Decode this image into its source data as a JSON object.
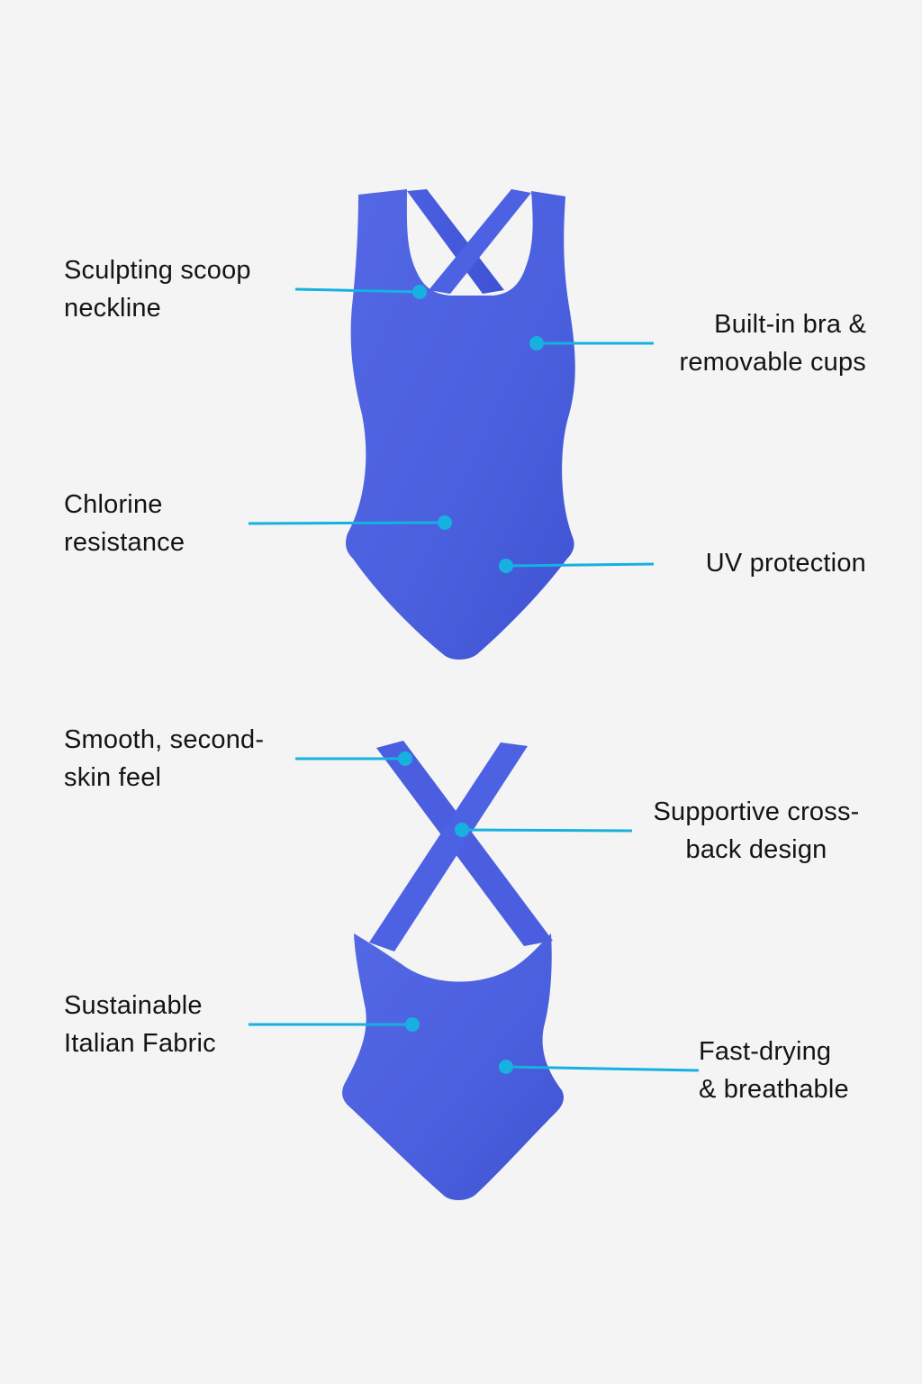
{
  "diagram": {
    "type": "product-feature-callouts",
    "product_color": "#4f63e0",
    "callout_color": "#16b1e0",
    "background": "#f4f4f4",
    "views": [
      {
        "name": "front",
        "callouts": [
          {
            "label": "Sculpting scoop\nneckline",
            "side": "left",
            "dot": [
              466,
              324
            ],
            "line_end": [
              328,
              321
            ]
          },
          {
            "label": "Built-in bra &\nremovable cups",
            "side": "right",
            "dot": [
              596,
              381
            ],
            "line_end": [
              726,
              381
            ]
          },
          {
            "label": "Chlorine\nresistance",
            "side": "left",
            "dot": [
              494,
              580
            ],
            "line_end": [
              276,
              581
            ]
          },
          {
            "label": "UV protection",
            "side": "right",
            "dot": [
              562,
              628
            ],
            "line_end": [
              726,
              626
            ]
          }
        ]
      },
      {
        "name": "back",
        "callouts": [
          {
            "label": "Smooth, second-\nskin feel",
            "side": "left",
            "dot": [
              450,
              842
            ],
            "line_end": [
              328,
              842
            ]
          },
          {
            "label": "Supportive cross-\nback design",
            "side": "right",
            "dot": [
              513,
              921
            ],
            "line_end": [
              702,
              922
            ]
          },
          {
            "label": "Sustainable\nItalian Fabric",
            "side": "left",
            "dot": [
              458,
              1137
            ],
            "line_end": [
              276,
              1137
            ]
          },
          {
            "label": "Fast-drying\n& breathable",
            "side": "right",
            "dot": [
              562,
              1184
            ],
            "line_end": [
              776,
              1188
            ]
          }
        ]
      }
    ]
  },
  "labels": {
    "neckline": "Sculpting scoop\nneckline",
    "bra": "Built-in bra &\nremovable cups",
    "chlorine": "Chlorine\nresistance",
    "uv": "UV protection",
    "smooth": "Smooth, second-\nskin feel",
    "crossback": "Supportive cross-\nback design",
    "fabric": "Sustainable\nItalian Fabric",
    "fastdry": "Fast-drying\n& breathable"
  }
}
